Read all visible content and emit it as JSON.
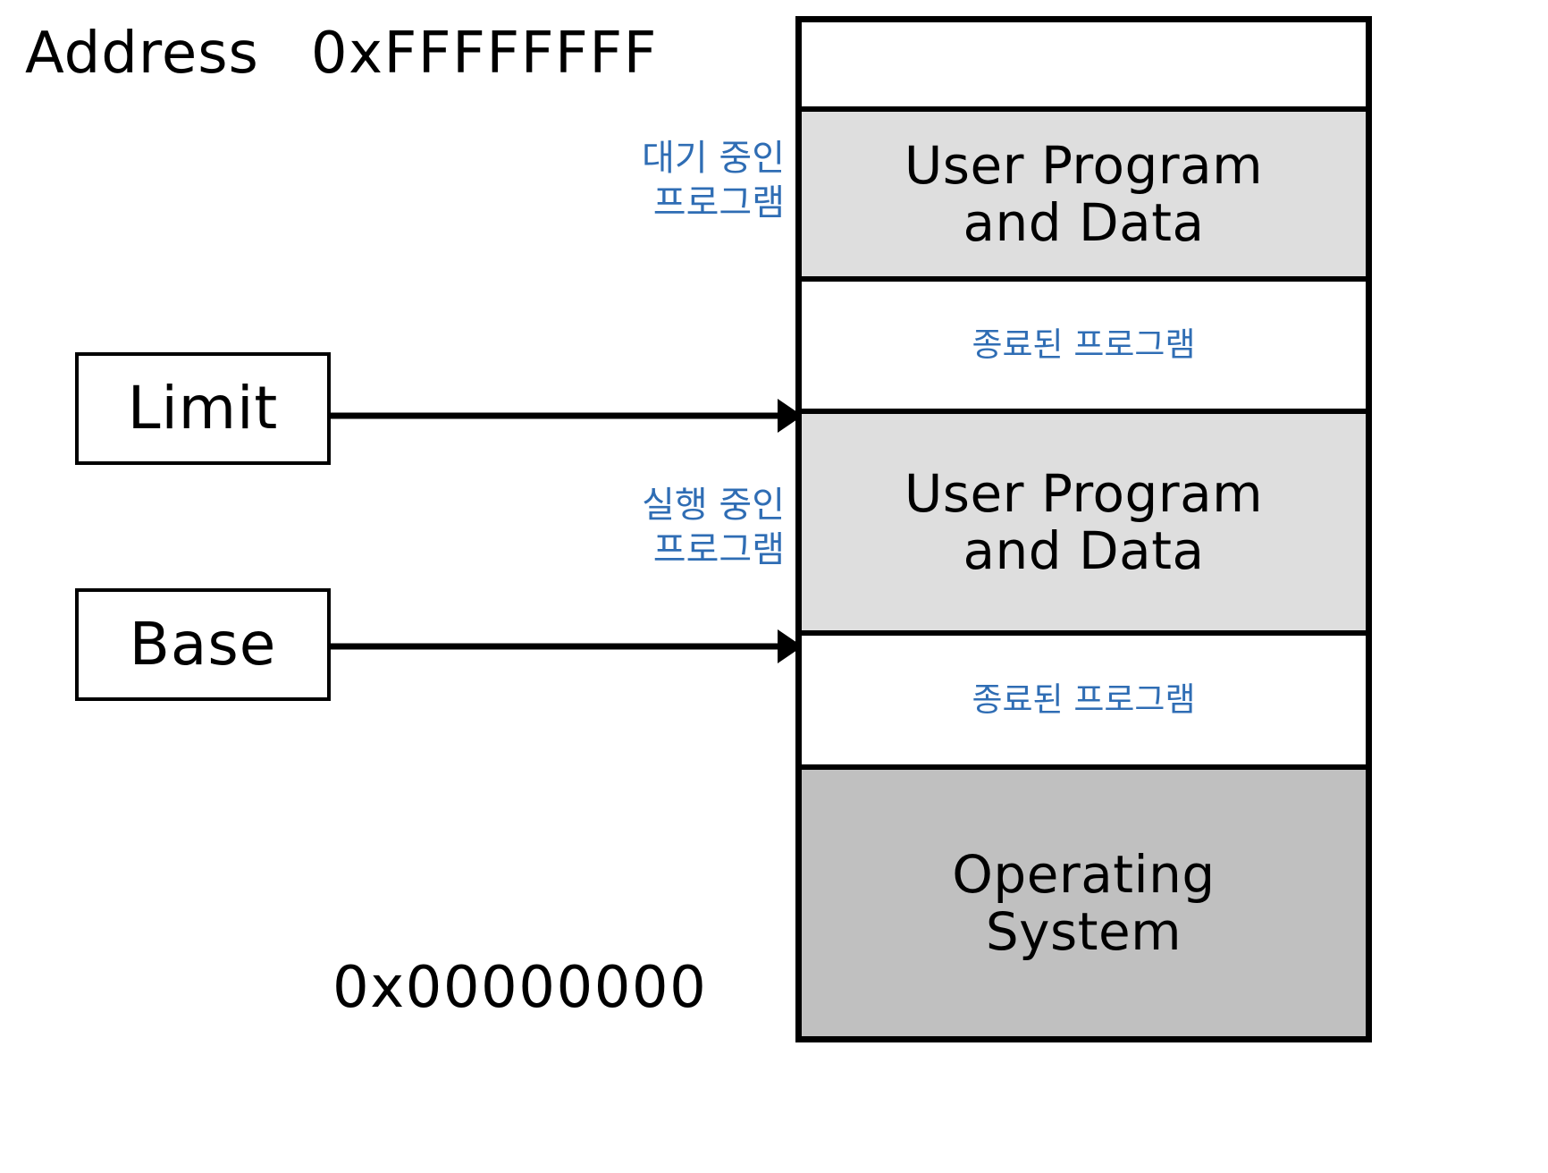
{
  "diagram": {
    "title_word": "Address",
    "top_address": "0xFFFFFFFF",
    "bottom_address": "0x00000000"
  },
  "registers": [
    {
      "name": "limit",
      "label": "Limit"
    },
    {
      "name": "base",
      "label": "Base"
    }
  ],
  "annotations": {
    "waiting_program": "대기 중인\n프로그램",
    "running_program": "실행 중인\n프로그램"
  },
  "memory_segments": [
    {
      "id": "free-top",
      "title": "",
      "note": "",
      "fill": "white"
    },
    {
      "id": "user-program-2",
      "title": "User Program\nand Data",
      "note": "",
      "fill": "light-gray"
    },
    {
      "id": "terminated-1",
      "title": "",
      "note": "종료된 프로그램",
      "fill": "white"
    },
    {
      "id": "user-program-1",
      "title": "User Program\nand Data",
      "note": "",
      "fill": "light-gray"
    },
    {
      "id": "terminated-2",
      "title": "",
      "note": "종료된 프로그램",
      "fill": "white"
    },
    {
      "id": "operating-system",
      "title": "Operating\nSystem",
      "note": "",
      "fill": "dark-gray"
    }
  ],
  "colors": {
    "annotation_blue": "#2F6DB4",
    "segment_light_gray": "#DEDEDE",
    "segment_dark_gray": "#C0C0C0",
    "outline_black": "#000000",
    "background": "#FFFFFF"
  }
}
